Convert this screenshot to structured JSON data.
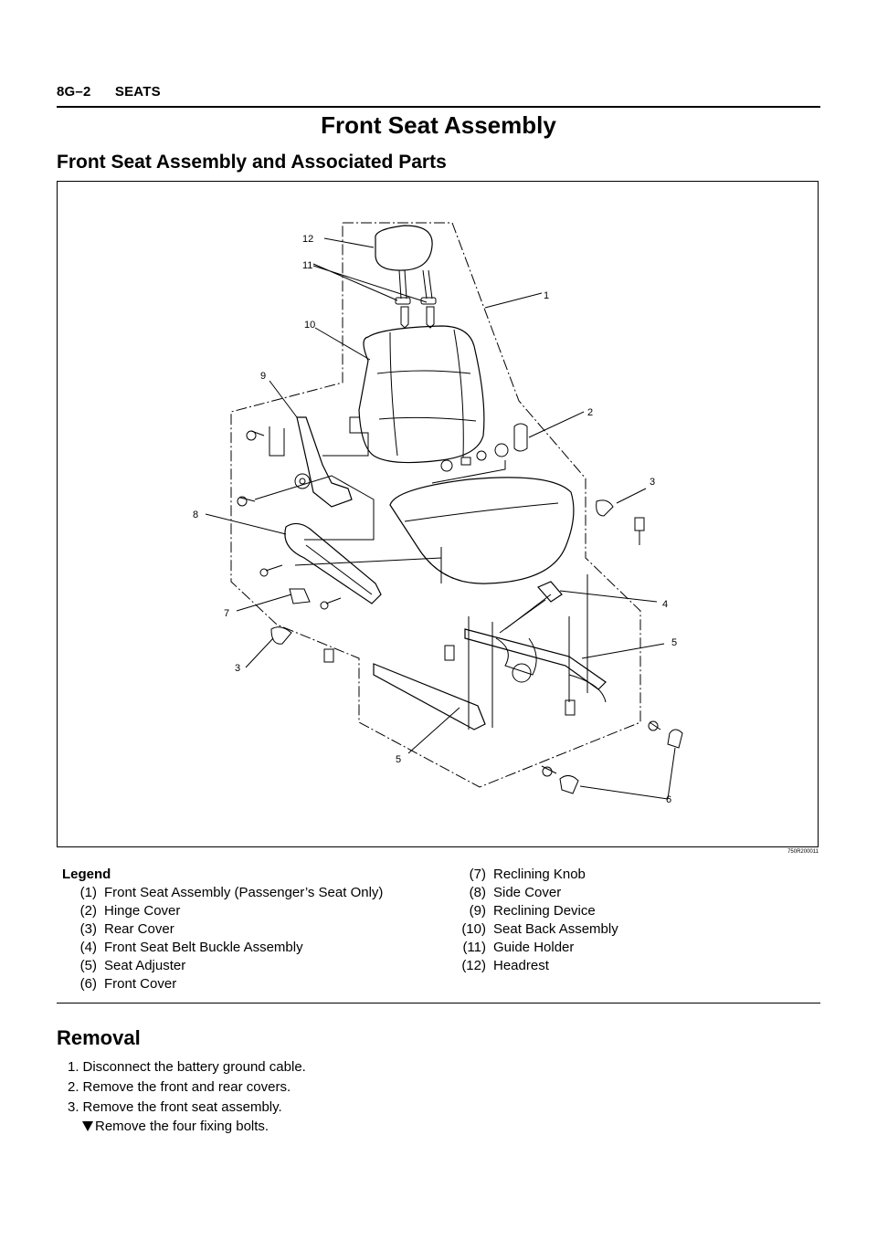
{
  "header": {
    "section_code": "8G–2",
    "section_name": "SEATS"
  },
  "title": "Front Seat Assembly",
  "subtitle": "Front Seat Assembly and Associated Parts",
  "figure": {
    "code": "750R200011",
    "callouts": [
      "12",
      "11",
      "1",
      "10",
      "9",
      "2",
      "3",
      "8",
      "4",
      "7",
      "5",
      "3",
      "5",
      "6"
    ]
  },
  "legend": {
    "heading": "Legend",
    "left": [
      {
        "num": "(1)",
        "label": "Front Seat Assembly (Passenger’s Seat Only)"
      },
      {
        "num": "(2)",
        "label": "Hinge Cover"
      },
      {
        "num": "(3)",
        "label": "Rear Cover"
      },
      {
        "num": "(4)",
        "label": "Front Seat Belt Buckle Assembly"
      },
      {
        "num": "(5)",
        "label": "Seat Adjuster"
      },
      {
        "num": "(6)",
        "label": "Front Cover"
      }
    ],
    "right": [
      {
        "num": "(7)",
        "label": "Reclining Knob"
      },
      {
        "num": "(8)",
        "label": "Side Cover"
      },
      {
        "num": "(9)",
        "label": "Reclining Device"
      },
      {
        "num": "(10)",
        "label": "Seat Back Assembly"
      },
      {
        "num": "(11)",
        "label": "Guide Holder"
      },
      {
        "num": "(12)",
        "label": "Headrest"
      }
    ]
  },
  "removal": {
    "heading": "Removal",
    "steps": [
      {
        "n": "1.",
        "text": "Disconnect the battery ground cable."
      },
      {
        "n": "2.",
        "text": "Remove the front and rear covers."
      },
      {
        "n": "3.",
        "text": "Remove the front seat assembly."
      }
    ],
    "substep": "Remove the four fixing bolts."
  }
}
